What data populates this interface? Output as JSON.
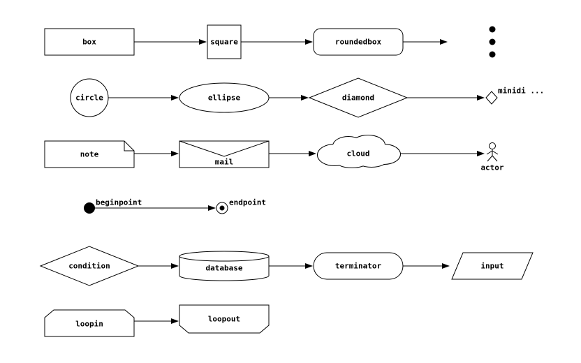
{
  "colors": {
    "background": "#ffffff",
    "shape_fill": "#ffffff",
    "shape_stroke": "#000000",
    "text": "#000000"
  },
  "shapes": {
    "box": {
      "label": "box"
    },
    "square": {
      "label": "square"
    },
    "roundedbox": {
      "label": "roundedbox"
    },
    "circle": {
      "label": "circle"
    },
    "ellipse": {
      "label": "ellipse"
    },
    "diamond": {
      "label": "diamond"
    },
    "minidiamond": {
      "label": "minidi ..."
    },
    "note": {
      "label": "note"
    },
    "mail": {
      "label": "mail"
    },
    "cloud": {
      "label": "cloud"
    },
    "actor": {
      "label": "actor"
    },
    "beginpoint": {
      "label": "beginpoint"
    },
    "endpoint": {
      "label": "endpoint"
    },
    "condition": {
      "label": "condition"
    },
    "database": {
      "label": "database"
    },
    "terminator": {
      "label": "terminator"
    },
    "input": {
      "label": "input"
    },
    "loopin": {
      "label": "loopin"
    },
    "loopout": {
      "label": "loopout"
    }
  }
}
